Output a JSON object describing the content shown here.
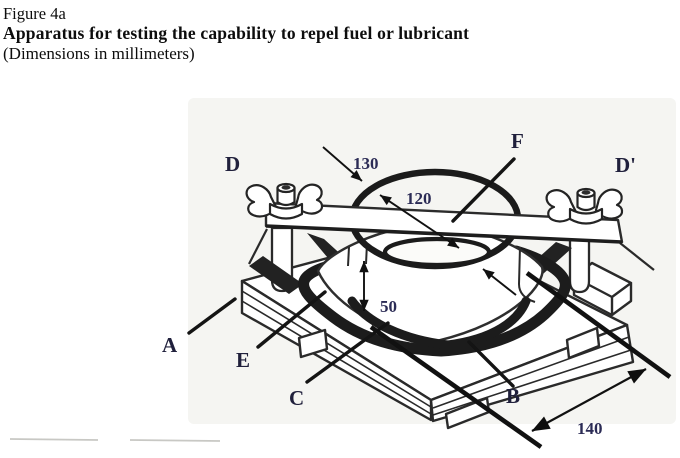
{
  "figure": {
    "figure_number": "Figure 4a",
    "title": "Apparatus for testing the capability to repel fuel or lubricant",
    "units_note": "(Dimensions in millimeters)"
  },
  "diagram": {
    "part_labels": {
      "a": "A",
      "b": "B",
      "c": "C",
      "d": "D",
      "d_prime": "D'",
      "e": "E",
      "f": "F"
    },
    "dimensions": {
      "outer_diameter": "130",
      "inner_diameter": "120",
      "height": "50",
      "base_width": "140"
    },
    "colors": {
      "ink": "#2a2a2a",
      "heavy_ink": "#1c1c1c",
      "label_ink": "#20203c",
      "number_ink": "#2b2b55",
      "paper": "#ffffff",
      "scan_tint": "#f5f5f2"
    }
  }
}
